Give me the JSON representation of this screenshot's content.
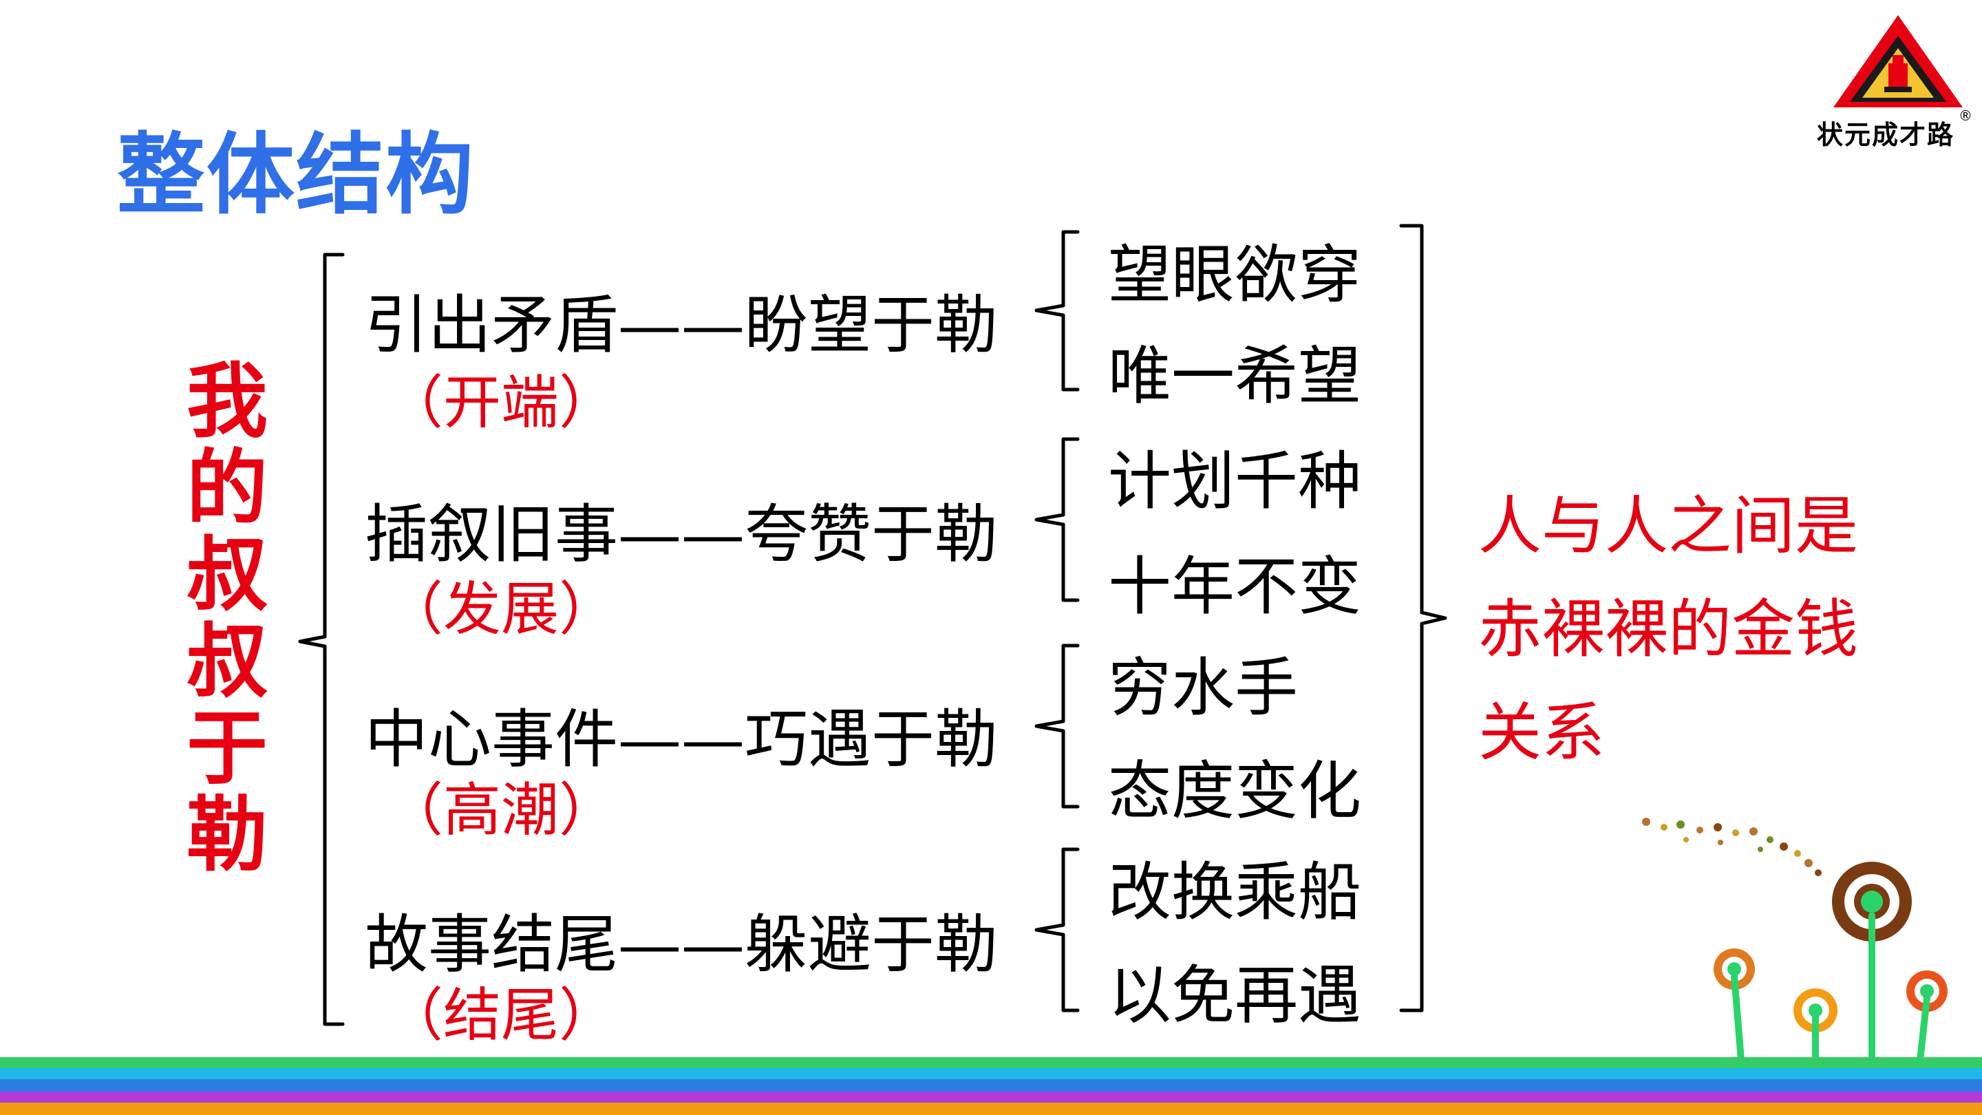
{
  "title": "整体结构",
  "main_title_chars": [
    "我",
    "的",
    "叔",
    "叔",
    "于",
    "勒"
  ],
  "sections": [
    {
      "label": "引出矛盾——盼望于勒",
      "stage": "（开端）",
      "details": [
        "望眼欲穿",
        "唯一希望"
      ]
    },
    {
      "label": "插叙旧事——夸赞于勒",
      "stage": "（发展）",
      "details": [
        "计划千种",
        "十年不变"
      ]
    },
    {
      "label": "中心事件——巧遇于勒",
      "stage": "（高潮）",
      "details": [
        "穷水手",
        "态度变化"
      ]
    },
    {
      "label": "故事结尾——躲避于勒",
      "stage": "（结尾）",
      "details": [
        "改换乘船",
        "以免再遇"
      ]
    }
  ],
  "theme_lines": [
    "人与人之间是",
    "赤裸裸的金钱",
    "关系"
  ],
  "logo": {
    "text": "状元成才路",
    "mark": "®"
  },
  "colors": {
    "title": "#2f6fe8",
    "accent": "#e60012",
    "text": "#000000"
  }
}
